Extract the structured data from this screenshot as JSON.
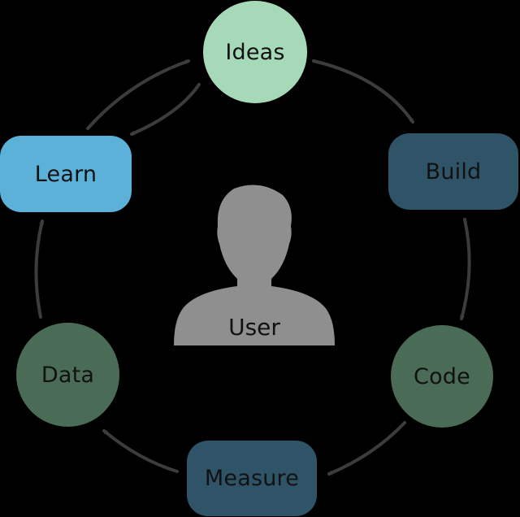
{
  "diagram": {
    "center": {
      "label": "User"
    },
    "nodes": [
      {
        "id": "ideas",
        "label": "Ideas",
        "shape": "circle",
        "color": "#a6d9b8"
      },
      {
        "id": "build",
        "label": "Build",
        "shape": "pill",
        "color": "#2f5468"
      },
      {
        "id": "code",
        "label": "Code",
        "shape": "circle",
        "color": "#4a6b55"
      },
      {
        "id": "measure",
        "label": "Measure",
        "shape": "pill",
        "color": "#2f5468"
      },
      {
        "id": "data",
        "label": "Data",
        "shape": "circle",
        "color": "#4a6b55"
      },
      {
        "id": "learn",
        "label": "Learn",
        "shape": "pill",
        "color": "#5cb1d8"
      }
    ],
    "edges": [
      {
        "from": "ideas",
        "to": "build"
      },
      {
        "from": "build",
        "to": "code"
      },
      {
        "from": "code",
        "to": "measure"
      },
      {
        "from": "measure",
        "to": "data"
      },
      {
        "from": "data",
        "to": "learn"
      },
      {
        "from": "learn",
        "to": "ideas"
      },
      {
        "from": "ideas",
        "to": "learn"
      }
    ],
    "colors": {
      "background": "#000000",
      "arrow": "#3c3c3c",
      "user_silhouette": "#8f8f8f"
    }
  }
}
